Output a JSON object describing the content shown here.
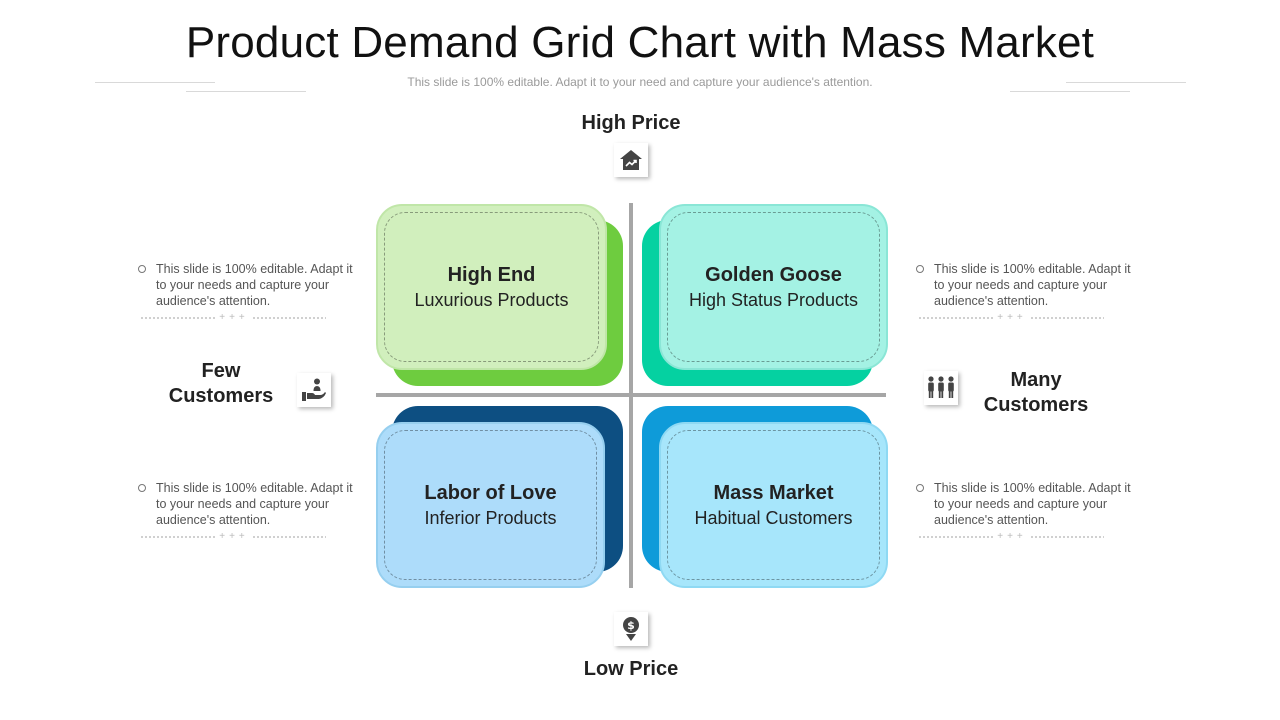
{
  "header": {
    "title": "Product Demand Grid Chart with Mass Market",
    "subtitle": "This slide is 100% editable. Adapt it to your need and capture your audience's attention."
  },
  "axes": {
    "top_label": "High Price",
    "bottom_label": "Low Price",
    "left_label_line1": "Few",
    "left_label_line2": "Customers",
    "right_label_line1": "Many",
    "right_label_line2": "Customers"
  },
  "quadrants": [
    {
      "title": "High End",
      "subtitle": "Luxurious Products",
      "card_color": "#d1efbd",
      "shadow_color": "#6ecc3f",
      "border_color": "#c0e6a8"
    },
    {
      "title": "Golden Goose",
      "subtitle": "High Status Products",
      "card_color": "#a4f2e4",
      "shadow_color": "#05d1a1",
      "border_color": "#8ae6d6"
    },
    {
      "title": "Labor of Love",
      "subtitle": "Inferior Products",
      "card_color": "#addcfa",
      "shadow_color": "#0d4f82",
      "border_color": "#96cfef"
    },
    {
      "title": "Mass Market",
      "subtitle": "Habitual Customers",
      "card_color": "#a7e6fb",
      "shadow_color": "#0e9bd9",
      "border_color": "#8fd9f3"
    }
  ],
  "notes": [
    {
      "text": "This slide is 100% editable. Adapt it to your needs and capture your audience's attention."
    },
    {
      "text": "This slide is 100% editable. Adapt it to your needs and capture your audience's attention."
    },
    {
      "text": "This slide is 100% editable. Adapt it to your needs and capture your audience's attention."
    },
    {
      "text": "This slide is 100% editable. Adapt it to your needs and capture your audience's attention."
    }
  ],
  "icons": {
    "top": "house-trend-icon",
    "bottom": "dollar-down-icon",
    "left": "hand-person-icon",
    "right": "people-group-icon"
  },
  "colors": {
    "axis": "#a6a6a6",
    "icon": "#444444"
  }
}
